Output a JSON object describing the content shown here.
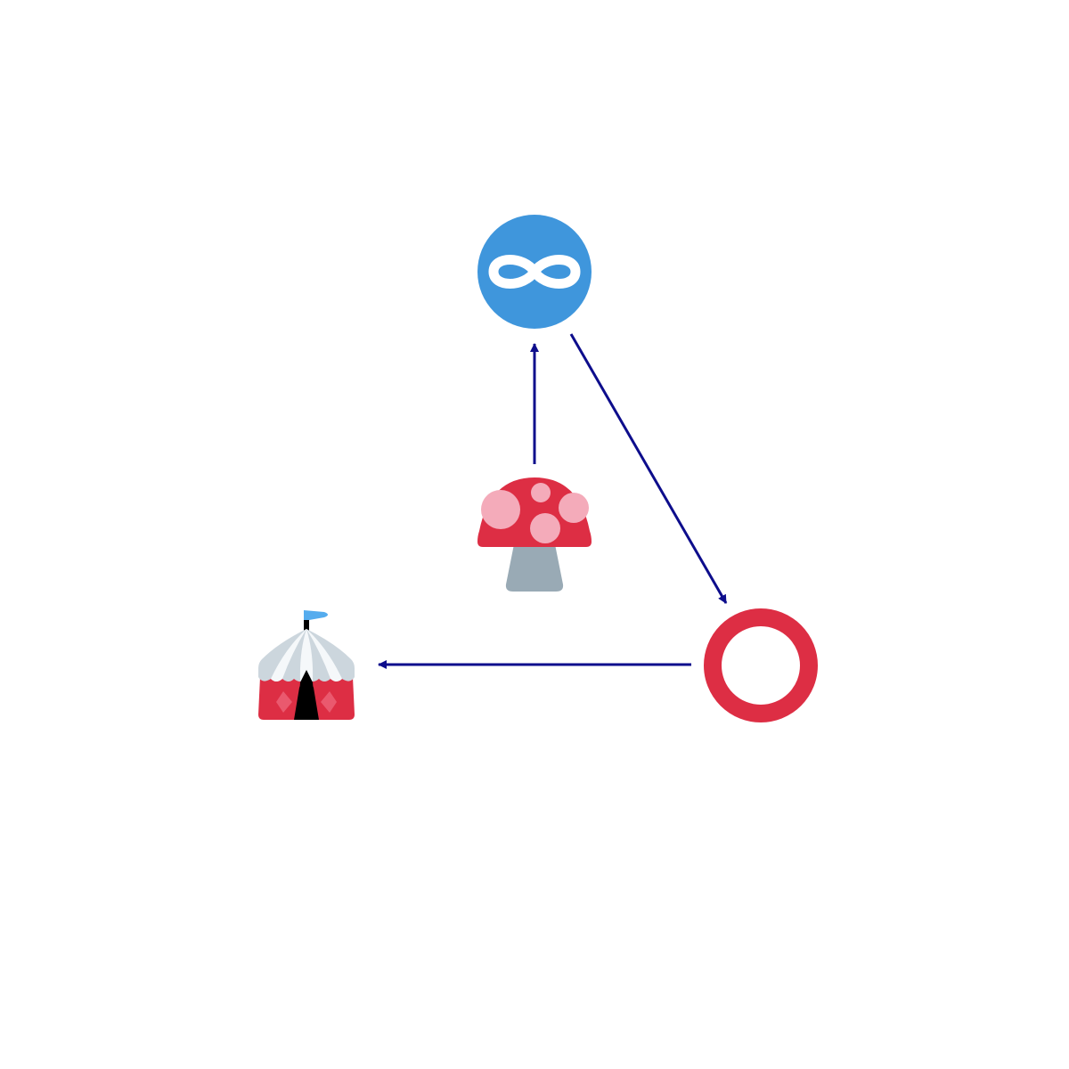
{
  "diagram": {
    "nodes": [
      {
        "id": "infinity",
        "icon": "infinity-icon"
      },
      {
        "id": "mushroom",
        "icon": "mushroom-icon"
      },
      {
        "id": "ring",
        "icon": "red-circle-icon"
      },
      {
        "id": "circus",
        "icon": "circus-tent-icon"
      }
    ],
    "edges": [
      {
        "from": "mushroom",
        "to": "infinity"
      },
      {
        "from": "infinity",
        "to": "ring"
      },
      {
        "from": "ring",
        "to": "circus"
      }
    ]
  },
  "colors": {
    "arrow": "#0d0d8c",
    "infinity_bg": "#3f96dc",
    "infinity_fg": "#ffffff",
    "mushroom_cap": "#dd2e44",
    "mushroom_spots": "#f4abba",
    "mushroom_stem": "#99aab5",
    "ring": "#dd2e44",
    "tent_red": "#dd2e44",
    "tent_stripe_light": "#ccd6dd",
    "tent_stripe_white": "#f5f8fa",
    "tent_flag": "#55acee",
    "tent_door": "#000000",
    "tent_diamond": "#ea596e"
  }
}
